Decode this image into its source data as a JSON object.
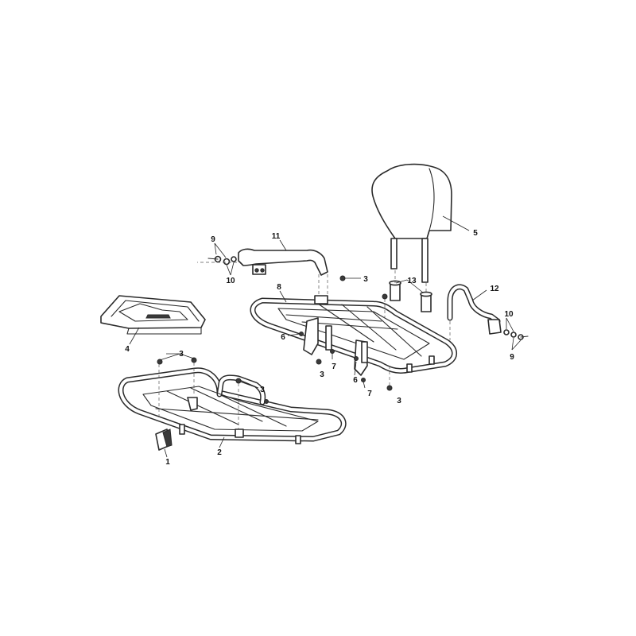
{
  "callouts": {
    "c1": "1",
    "c2": "2",
    "c3a": "3",
    "c3b": "3",
    "c3c": "3",
    "c3d": "3",
    "c3e": "3",
    "c4": "4",
    "c5": "5",
    "c6a": "6",
    "c6b": "6",
    "c7a": "7",
    "c7b": "7",
    "c8": "8",
    "c9a": "9",
    "c9b": "9",
    "c10a": "10",
    "c10b": "10",
    "c11": "11",
    "c12": "12",
    "c13": "13"
  }
}
